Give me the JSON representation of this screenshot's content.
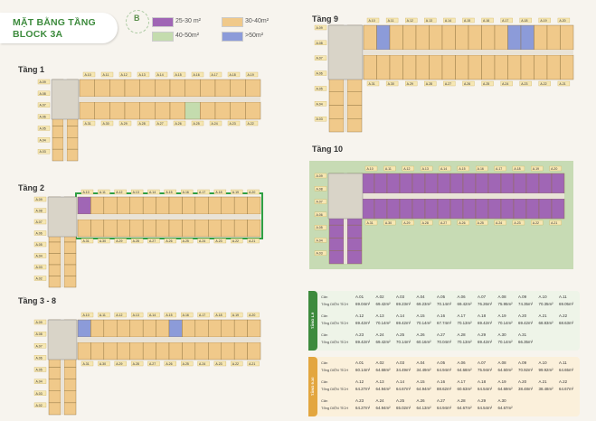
{
  "title": {
    "line1": "MẶT BẰNG TẦNG",
    "line2": "BLOCK 3A"
  },
  "compass": {
    "letter": "B"
  },
  "legend": [
    {
      "label": "25-30 m²",
      "color": "#a066b5"
    },
    {
      "label": "30-40m²",
      "color": "#f0c98a"
    },
    {
      "label": "40-50m²",
      "color": "#c4dcae"
    },
    {
      "label": ">50m²",
      "color": "#8c9bd9"
    }
  ],
  "floors": {
    "f1": "Tầng 1",
    "f2": "Tầng 2",
    "f38": "Tầng 3 - 8",
    "f9": "Tầng 9",
    "f10": "Tầng 10"
  },
  "table1": {
    "sidebar": "TẦNG 1-9",
    "header_left": [
      "Căn",
      "Tổng DIỆN TÍCH"
    ],
    "rows": [
      {
        "units": [
          "A.01",
          "A.02",
          "A.03",
          "A.04",
          "A.05",
          "A.06",
          "A.07",
          "A.08",
          "A.09",
          "A.10",
          "A.11"
        ],
        "areas": [
          "69.04m²",
          "69.42m²",
          "69.23m²",
          "69.23m²",
          "70.14m²",
          "69.42m²",
          "76.26m²",
          "75.95m²",
          "74.35m²",
          "70.35m²",
          "69.05m²"
        ]
      },
      {
        "units": [
          "A.12",
          "A.13",
          "A.14",
          "A.15",
          "A.16",
          "A.17",
          "A.18",
          "A.19",
          "A.20",
          "A.21",
          "A.22"
        ],
        "areas": [
          "69.42m²",
          "70.14m²",
          "69.42m²",
          "70.14m²",
          "67.74m²",
          "70.13m²",
          "69.42m²",
          "70.14m²",
          "69.42m²",
          "68.83m²",
          "68.63m²"
        ]
      },
      {
        "units": [
          "A.23",
          "A.24",
          "A.25",
          "A.26",
          "A.27",
          "A.28",
          "A.29",
          "A.30",
          "A.31"
        ],
        "areas": [
          "69.42m²",
          "69.42m²",
          "70.14m²",
          "60.16m²",
          "70.04m²",
          "70.13m²",
          "69.42m²",
          "70.14m²",
          "66.35m²"
        ]
      }
    ]
  },
  "table2": {
    "sidebar": "TẦNG 9-10",
    "header_left": [
      "Căn",
      "Tổng DIỆN TÍCH"
    ],
    "rows": [
      {
        "units": [
          "A.01",
          "A.02",
          "A.03",
          "A.04",
          "A.05",
          "A.06",
          "A.07",
          "A.08",
          "A.09",
          "A.10",
          "A.11"
        ],
        "areas": [
          "60.14m²",
          "64.68m²",
          "34.49m²",
          "34.49m²",
          "64.94m²",
          "64.68m²",
          "75.94m²",
          "64.60m²",
          "70.92m²",
          "99.92m²",
          "64.65m²"
        ]
      },
      {
        "units": [
          "A.12",
          "A.13",
          "A.14",
          "A.15",
          "A.16",
          "A.17",
          "A.18",
          "A.19",
          "A.20",
          "A.21",
          "A.22"
        ],
        "areas": [
          "64.27m²",
          "64.94m²",
          "64.67m²",
          "64.94m²",
          "88.62m²",
          "60.63m²",
          "64.54m²",
          "64.69m²",
          "38.48m²",
          "38.48m²",
          "64.67m²"
        ]
      },
      {
        "units": [
          "A.23",
          "A.24",
          "A.25",
          "A.26",
          "A.27",
          "A.28",
          "A.29",
          "A.30"
        ],
        "areas": [
          "64.27m²",
          "64.94m²",
          "65.02m²",
          "64.13m²",
          "64.94m²",
          "64.67m²",
          "64.54m²",
          "64.67m²"
        ]
      }
    ]
  },
  "unit_tags": {
    "top": [
      "A.10",
      "A.11",
      "A.12",
      "A.13",
      "A.14",
      "A.15",
      "A.16",
      "A.17",
      "A.18",
      "A.19",
      "A.20"
    ],
    "bottom": [
      "A.31",
      "A.30",
      "A.29",
      "A.28",
      "A.27",
      "A.26",
      "A.25",
      "A.24",
      "A.23",
      "A.22",
      "A.21"
    ],
    "left": [
      "A.09",
      "A.08",
      "A.07",
      "A.06",
      "A.05",
      "A.04",
      "A.03",
      "A.02",
      "A.01"
    ]
  }
}
